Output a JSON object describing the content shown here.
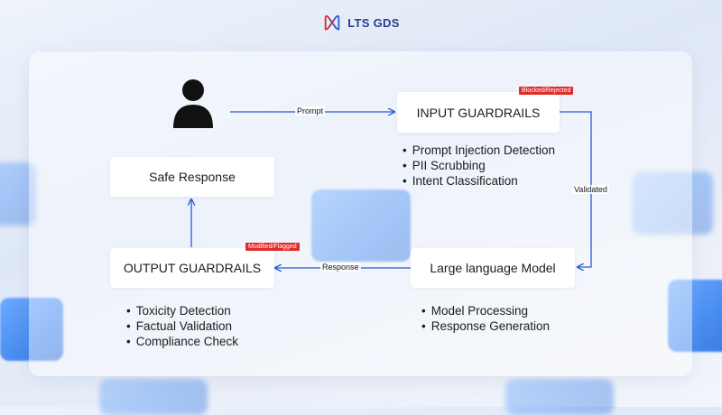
{
  "brand": {
    "name": "LTS GDS"
  },
  "nodes": {
    "user": {
      "icon": "user-icon"
    },
    "input_guardrails": {
      "label": "INPUT GUARDRAILS",
      "badge": "Blocked/Rejected"
    },
    "llm": {
      "label": "Large language Model"
    },
    "output_guardrails": {
      "label": "OUTPUT GUARDRAILS",
      "badge": "Modified/Flagged"
    },
    "safe_response": {
      "label": "Safe Response"
    }
  },
  "input_features": [
    "Prompt Injection Detection",
    "PII Scrubbing",
    "Intent Classification"
  ],
  "llm_features": [
    "Model Processing",
    "Response Generation"
  ],
  "output_features": [
    "Toxicity Detection",
    "Factual Validation",
    "Compliance Check"
  ],
  "edges": {
    "prompt": "Prompt",
    "validated": "Validated",
    "response": "Response"
  },
  "colors": {
    "arrow": "#2b57d6",
    "badge": "#e02b2b",
    "brand": "#2a3c8f"
  }
}
